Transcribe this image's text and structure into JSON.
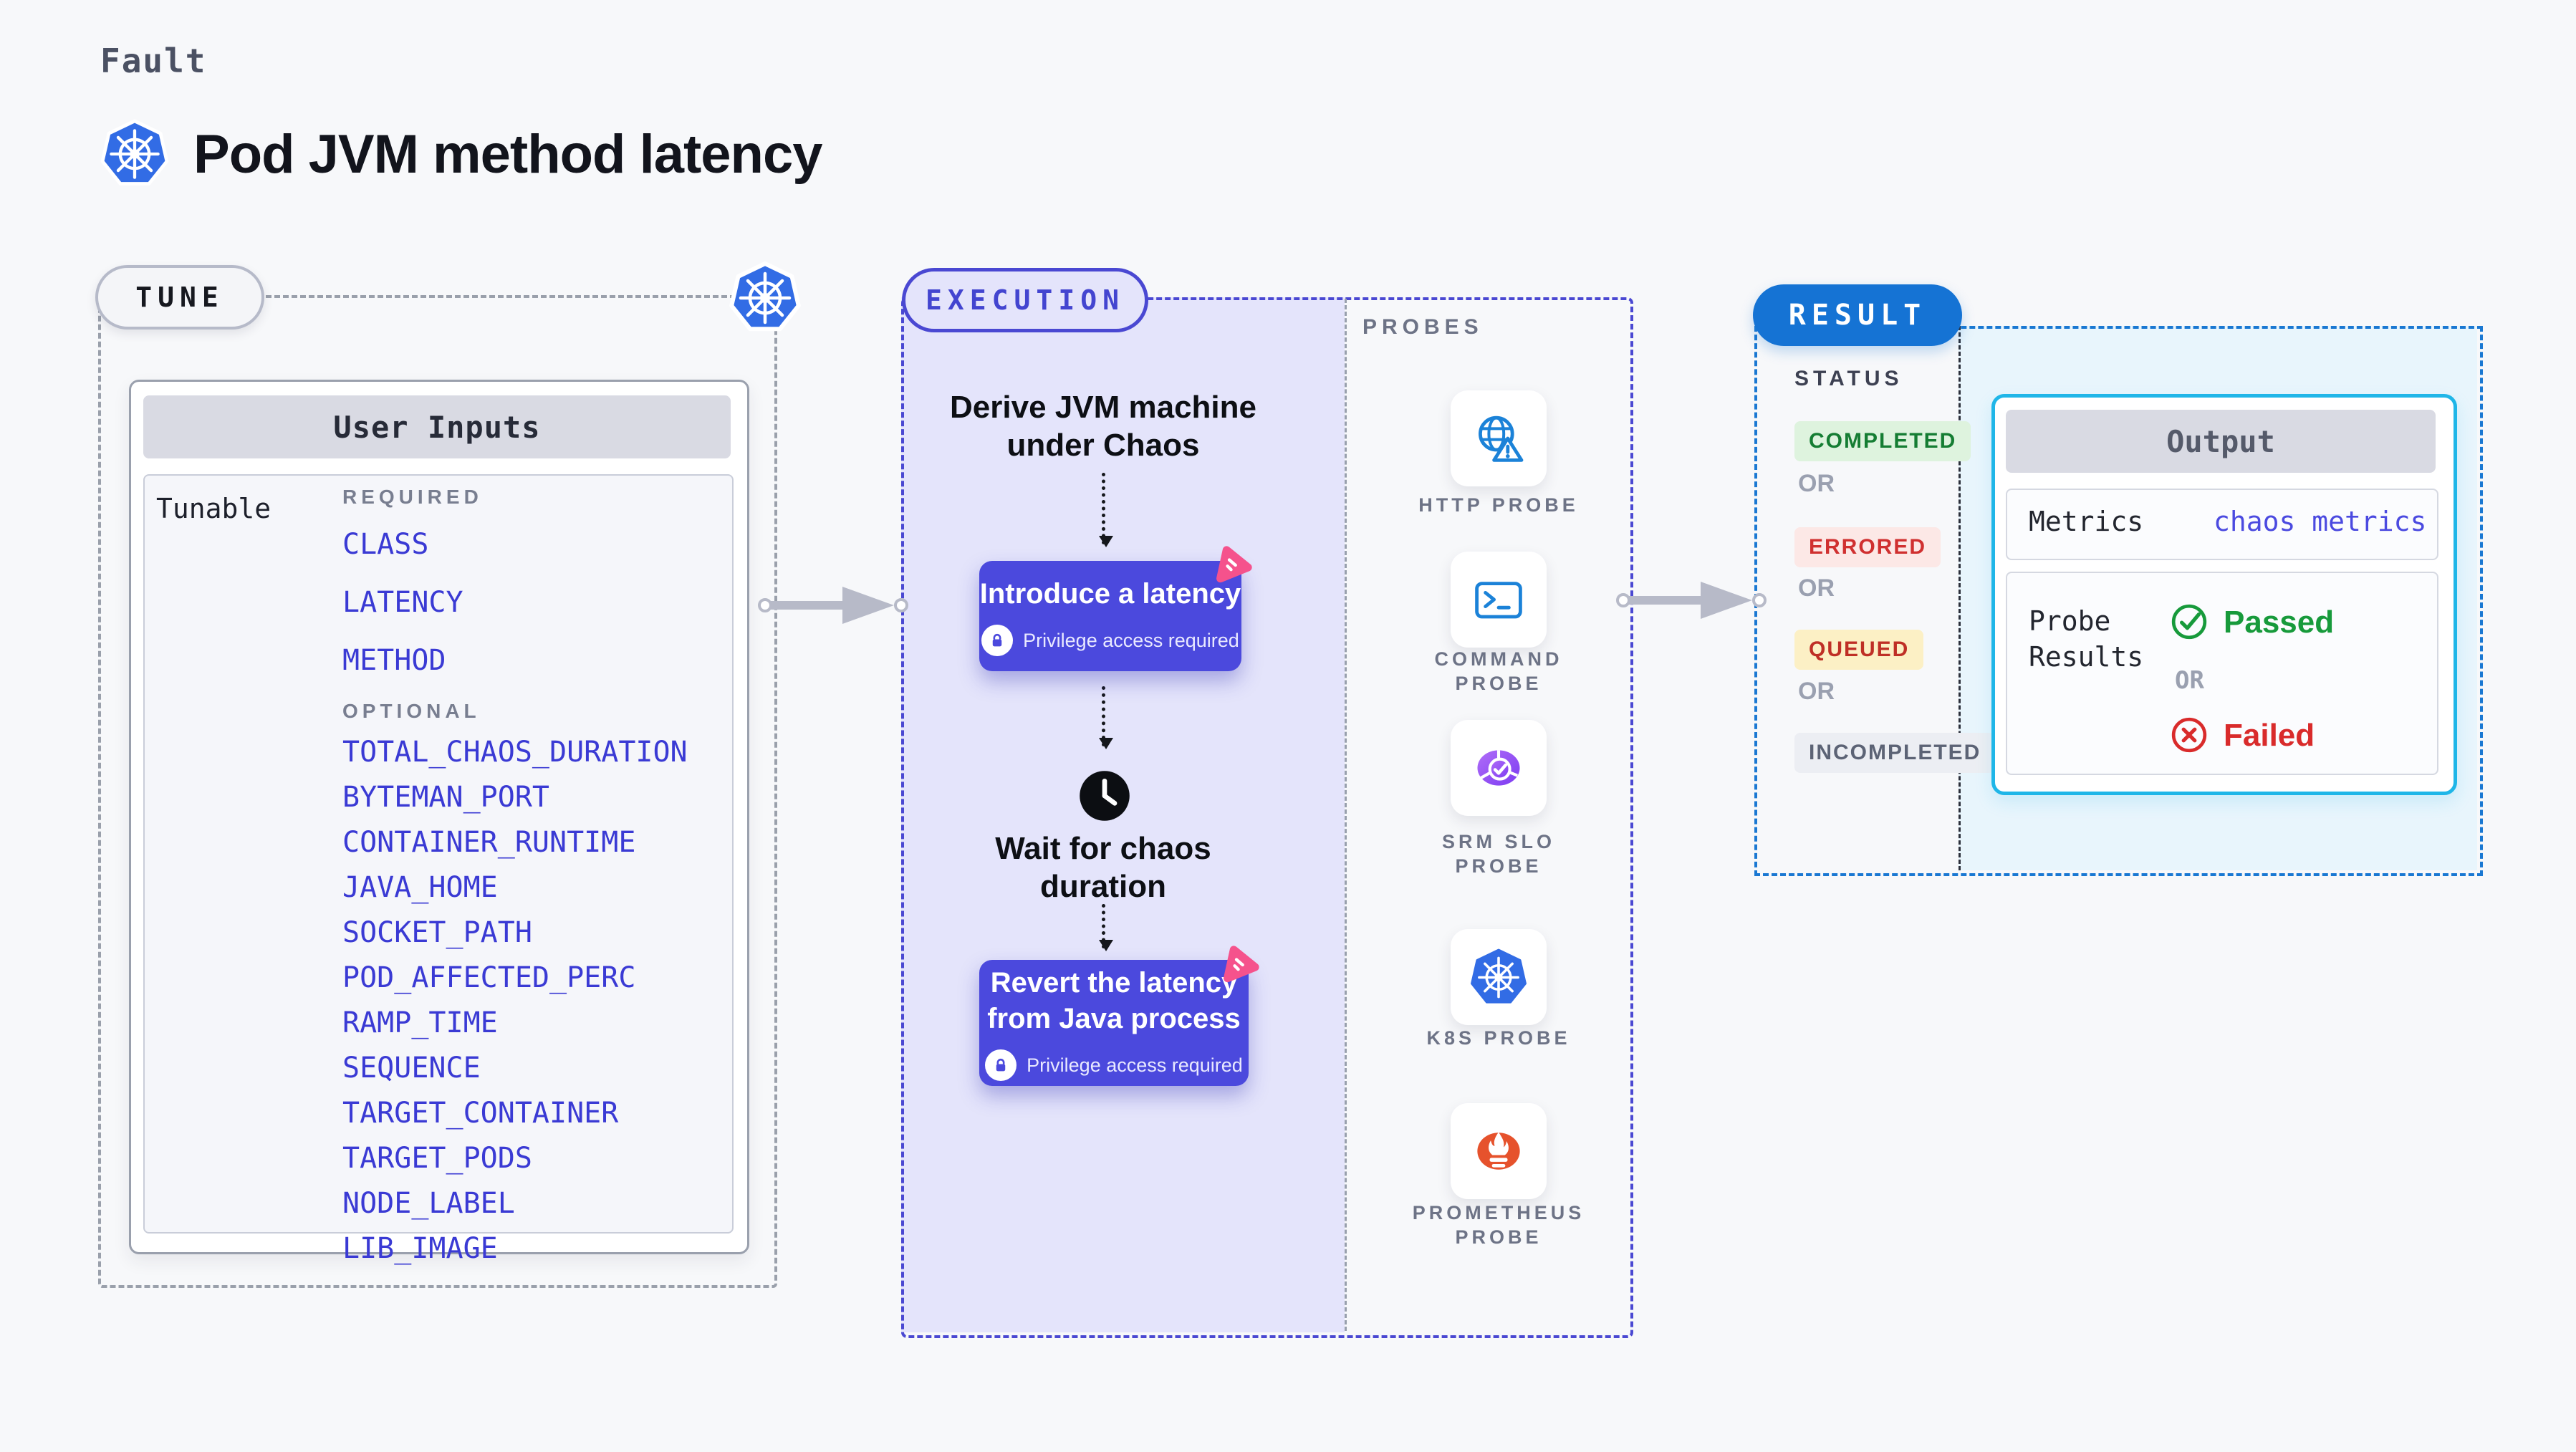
{
  "header": {
    "eyebrow": "Fault",
    "title": "Pod JVM method latency"
  },
  "colors": {
    "page_bg": "#f7f8fa",
    "accent_indigo": "#4b49dd",
    "execution_fill": "#e4e4fb",
    "result_blue": "#1573d4",
    "output_border": "#1fb6e8",
    "result_fill": "#e8f5fc",
    "link_indigo": "#3a3ad4",
    "pink_chaos": "#f5528c",
    "k8s_blue": "#326ce5",
    "passed_green": "#179a3b",
    "failed_red": "#d92b2b",
    "completed_green": "#157d33",
    "errored_red": "#d03030",
    "queued_red": "#bf2f26",
    "prometheus_orange": "#e6522c",
    "probe_icon_blue": "#1b82d8"
  },
  "tune": {
    "label": "TUNE",
    "user_inputs_title": "User Inputs",
    "tunable_label": "Tunable",
    "required_label": "REQUIRED",
    "required": [
      "CLASS",
      "LATENCY",
      "METHOD"
    ],
    "optional_label": "OPTIONAL",
    "optional": [
      "TOTAL_CHAOS_DURATION",
      "BYTEMAN_PORT",
      "CONTAINER_RUNTIME",
      "JAVA_HOME",
      "SOCKET_PATH",
      "POD_AFFECTED_PERC",
      "RAMP_TIME",
      "SEQUENCE",
      "TARGET_CONTAINER",
      "TARGET_PODS",
      "NODE_LABEL",
      "LIB_IMAGE"
    ]
  },
  "execution": {
    "label": "EXECUTION",
    "step1_lines": [
      "Derive JVM machine",
      "under Chaos"
    ],
    "card1_title": "Introduce a latency",
    "privilege_note": "Privilege access required",
    "step2_lines": [
      "Wait for chaos",
      "duration"
    ],
    "card2_lines": [
      "Revert the latency",
      "from Java process"
    ]
  },
  "probes": {
    "label": "PROBES",
    "items": [
      "HTTP PROBE",
      "COMMAND PROBE",
      "SRM SLO PROBE",
      "K8S PROBE",
      "PROMETHEUS PROBE"
    ]
  },
  "result": {
    "label": "RESULT",
    "status_label": "STATUS",
    "or_label": "OR",
    "statuses": [
      "COMPLETED",
      "ERRORED",
      "QUEUED",
      "INCOMPLETED"
    ],
    "output": {
      "title": "Output",
      "metrics_label": "Metrics",
      "metrics_value": "chaos metrics",
      "probe_results_label": "Probe Results",
      "passed_label": "Passed",
      "or_label": "OR",
      "failed_label": "Failed"
    }
  }
}
